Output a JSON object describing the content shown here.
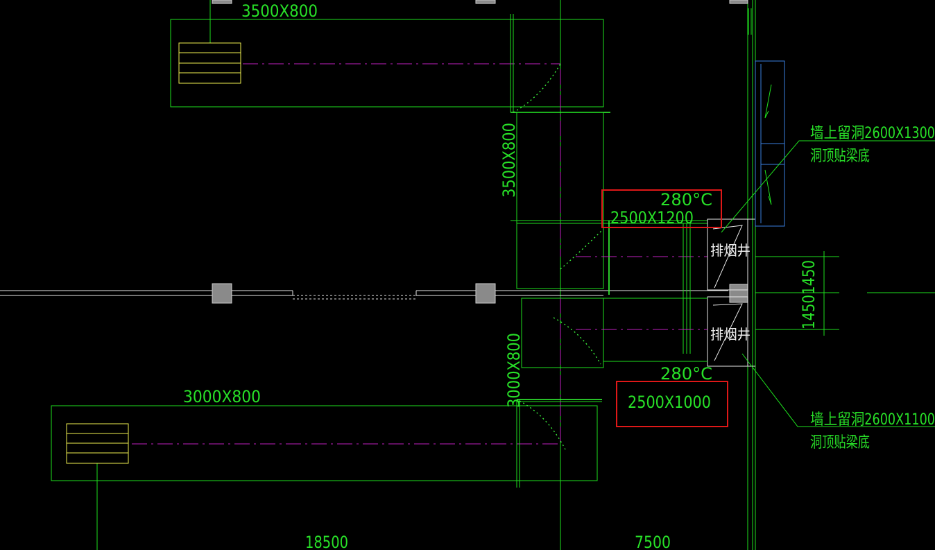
{
  "duct_labels": {
    "top_horizontal": "3500X800",
    "top_vertical": "3500X800",
    "bottom_horizontal": "3000X800",
    "bottom_vertical": "3000X800",
    "upper_branch": "2500X1200",
    "lower_branch": "2500X1000"
  },
  "fire_damper": {
    "upper_temp": "280°C",
    "lower_temp": "280°C"
  },
  "shaft_labels": {
    "upper": "排烟井",
    "lower": "排烟井"
  },
  "wall_openings": {
    "upper_line1": "墙上留洞2600X1300",
    "upper_line2": "洞顶贴梁底",
    "lower_line1": "墙上留洞2600X1100",
    "lower_line2": "洞顶贴梁底"
  },
  "dimensions": {
    "shaft_vertical": "14501450",
    "bottom_left": "18500",
    "bottom_right": "7500"
  },
  "highlight_color": "#e01818",
  "line_color": "#1ee01e"
}
